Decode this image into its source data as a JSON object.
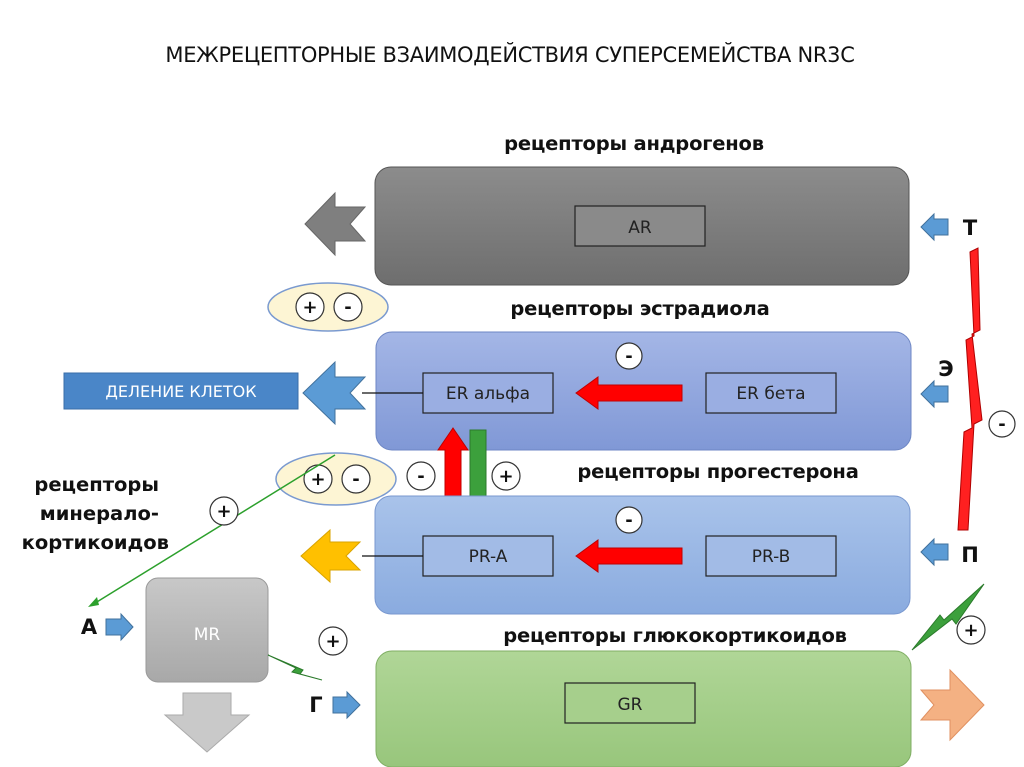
{
  "title": "МЕЖРЕЦЕПТОРНЫЕ ВЗАИМОДЕЙСТВИЯ СУПЕРСЕМЕЙСТВА NR3C",
  "groups": {
    "androgen": {
      "label": "рецепторы андрогенов",
      "receptor": "AR",
      "ligand": "Т",
      "color": "#7f7f7f"
    },
    "estradiol": {
      "label": "рецепторы эстрадиола",
      "receptors": [
        "ER альфа",
        "ER бета"
      ],
      "ligand": "Э",
      "color": "#8fa6dc"
    },
    "progesterone": {
      "label": "рецепторы прогестерона",
      "receptors": [
        "PR-A",
        "PR-B"
      ],
      "ligand": "П",
      "color": "#9ab6e3"
    },
    "glucocorticoid": {
      "label": "рецепторы глюкокортикоидов",
      "receptor": "GR",
      "ligand": "Г",
      "color": "#a9d18e"
    },
    "mineralocorticoid": {
      "label_lines": [
        "рецепторы",
        "минерало-",
        "кортикоидов"
      ],
      "receptor": "MR",
      "ligand": "А",
      "color": "#bfbfbf"
    }
  },
  "outcome_button": {
    "label": "ДЕЛЕНИЕ КЛЕТОК",
    "color": "#4a86c8"
  },
  "signs": {
    "plus": "+",
    "minus": "-"
  },
  "colors": {
    "inhibit_arrow": "#ff0000",
    "activate_arrow": "#3ca03c",
    "ligand_arrow": "#5b9bd5",
    "ellipse_fill": "#fdf5d4",
    "ellipse_stroke": "#7a9ad0",
    "pr_output_arrow": "#ffc000",
    "gr_output_arrow": "#f4b183",
    "mr_output_arrow": "#bfbfbf",
    "ar_output_arrow": "#808080"
  }
}
